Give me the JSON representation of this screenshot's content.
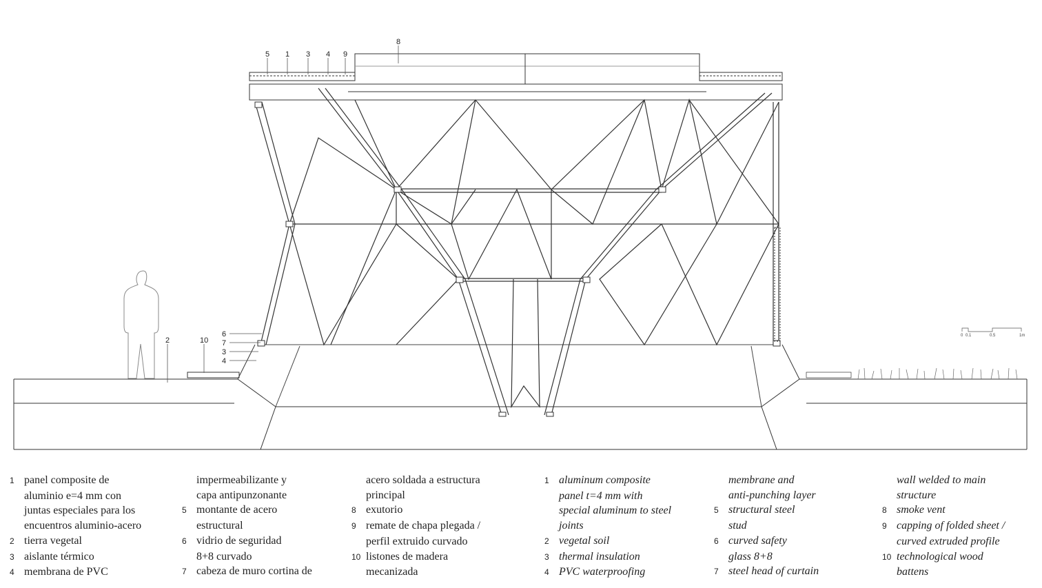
{
  "drawing": {
    "callouts": {
      "top": [
        "5",
        "1",
        "3",
        "4",
        "9"
      ],
      "vent": "8",
      "soil": "2",
      "battens": "10",
      "wall": [
        "6",
        "7",
        "3",
        "4"
      ]
    },
    "scale_bar": [
      "0",
      "0.1",
      "0.5",
      "1m"
    ]
  },
  "legend_es": {
    "columns": [
      [
        {
          "num": "1",
          "text": "panel composite de"
        },
        {
          "num": "",
          "text": "aluminio e=4 mm con"
        },
        {
          "num": "",
          "text": "juntas especiales para los"
        },
        {
          "num": "",
          "text": "encuentros aluminio-acero"
        },
        {
          "num": "2",
          "text": "tierra vegetal"
        },
        {
          "num": "3",
          "text": "aislante térmico"
        },
        {
          "num": "4",
          "text": "membrana de PVC"
        }
      ],
      [
        {
          "num": "",
          "text": "impermeabilizante y"
        },
        {
          "num": "",
          "text": "capa antipunzonante"
        },
        {
          "num": "5",
          "text": "montante de acero"
        },
        {
          "num": "",
          "text": "estructural"
        },
        {
          "num": "6",
          "text": "vidrio de seguridad"
        },
        {
          "num": "",
          "text": "8+8 curvado"
        },
        {
          "num": "7",
          "text": "cabeza de muro cortina de"
        }
      ],
      [
        {
          "num": "",
          "text": "acero soldada a estructura"
        },
        {
          "num": "",
          "text": "principal"
        },
        {
          "num": "8",
          "text": "exutorio"
        },
        {
          "num": "9",
          "text": "remate de chapa plegada /"
        },
        {
          "num": "",
          "text": "perfil extruido curvado"
        },
        {
          "num": "10",
          "text": "listones de madera"
        },
        {
          "num": "",
          "text": "mecanizada"
        }
      ]
    ]
  },
  "legend_en": {
    "columns": [
      [
        {
          "num": "1",
          "text": "aluminum composite"
        },
        {
          "num": "",
          "text": "panel t=4 mm with"
        },
        {
          "num": "",
          "text": "special aluminum to steel"
        },
        {
          "num": "",
          "text": "joints"
        },
        {
          "num": "2",
          "text": "vegetal soil"
        },
        {
          "num": "3",
          "text": "thermal insulation"
        },
        {
          "num": "4",
          "text": "PVC waterproofing"
        }
      ],
      [
        {
          "num": "",
          "text": "membrane and"
        },
        {
          "num": "",
          "text": "anti-punching layer"
        },
        {
          "num": "5",
          "text": "structural steel"
        },
        {
          "num": "",
          "text": "stud"
        },
        {
          "num": "6",
          "text": "curved safety"
        },
        {
          "num": "",
          "text": "glass 8+8"
        },
        {
          "num": "7",
          "text": "steel head of curtain"
        }
      ],
      [
        {
          "num": "",
          "text": "wall welded to main"
        },
        {
          "num": "",
          "text": "structure"
        },
        {
          "num": "8",
          "text": "smoke vent"
        },
        {
          "num": "9",
          "text": "capping of folded sheet /"
        },
        {
          "num": "",
          "text": "curved extruded profile"
        },
        {
          "num": "10",
          "text": "technological wood"
        },
        {
          "num": "",
          "text": "battens"
        }
      ]
    ]
  }
}
